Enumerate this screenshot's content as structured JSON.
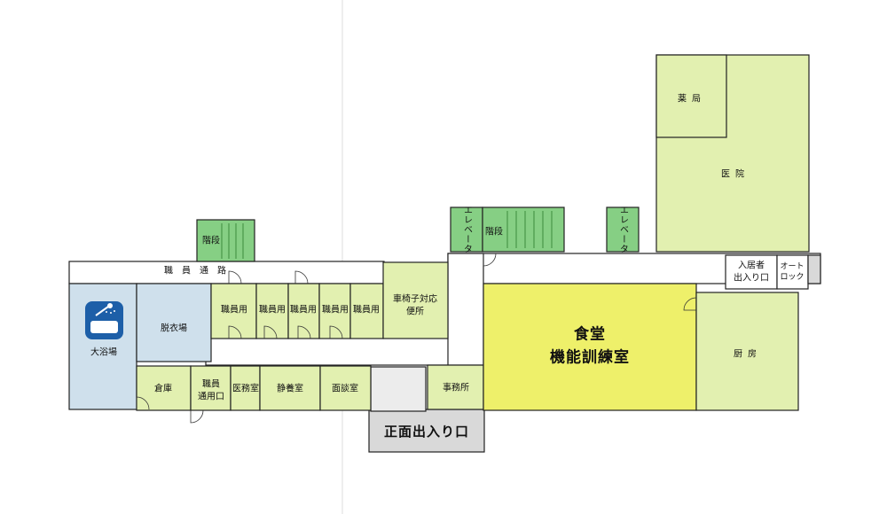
{
  "rooms": {
    "stairs_left": "階段",
    "staff_corridor": "職員通路",
    "bath": "大浴場",
    "changing": "脱衣場",
    "staff1": "職員用",
    "staff2": "職員用",
    "staff3": "職員用",
    "staff4": "職員用",
    "staff5": "職員用",
    "wheelchair_toilet": "車椅子対応\n便所",
    "storage": "倉庫",
    "staff_entrance": "職員\n通用口",
    "medical": "医務室",
    "rest": "静養室",
    "interview": "面談室",
    "office": "事務所",
    "main_entrance": "正面出入り口",
    "elevator_left": "エレベータ",
    "stairs_center": "階段",
    "elevator_right": "エレベータ",
    "dining": "食堂\n機能訓練室",
    "pharmacy": "薬局",
    "clinic": "医院",
    "resident_entrance": "入居者\n出入り口",
    "autolock": "オート\nロック",
    "kitchen": "厨房"
  }
}
